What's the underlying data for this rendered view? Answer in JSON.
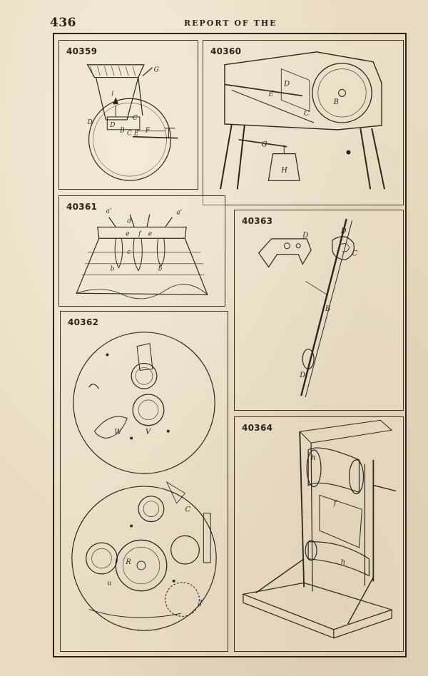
{
  "header": {
    "page_number": "436",
    "running_title": "REPORT OF THE"
  },
  "figures": [
    {
      "id": "fig-40359",
      "label": "40359",
      "letters": [
        "G",
        "l",
        "D",
        "D",
        "B",
        "C",
        "E",
        "F",
        "C"
      ]
    },
    {
      "id": "fig-40360",
      "label": "40360",
      "letters": [
        "D",
        "E",
        "B",
        "C",
        "G",
        "H"
      ]
    },
    {
      "id": "fig-40361",
      "label": "40361",
      "letters": [
        "a'",
        "d",
        "a'",
        "e",
        "f",
        "e",
        "c",
        "b",
        "b"
      ]
    },
    {
      "id": "fig-40362",
      "label": "40362",
      "letters": [
        "W",
        "V",
        "C",
        "R",
        "u",
        "J"
      ]
    },
    {
      "id": "fig-40363",
      "label": "40363",
      "letters": [
        "D",
        "D",
        "C",
        "B",
        "D"
      ]
    },
    {
      "id": "fig-40364",
      "label": "40364",
      "letters": [
        "h",
        "f",
        "h"
      ]
    }
  ]
}
